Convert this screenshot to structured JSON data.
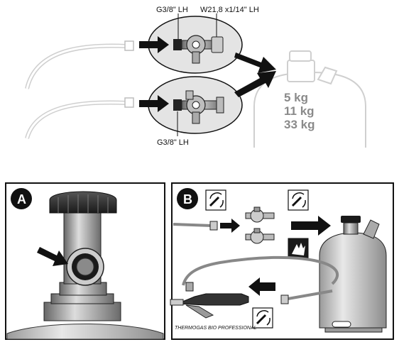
{
  "top": {
    "thread_label_top_left": "G3/8\" LH",
    "thread_label_top_right": "W21,8 x1/14\" LH",
    "thread_label_bottom": "G3/8\" LH",
    "weights": [
      "5 kg",
      "11 kg",
      "33 kg"
    ]
  },
  "panel_a": {
    "letter": "A"
  },
  "panel_b": {
    "letter": "B",
    "brand": "THERMOGAS BIO PROFESSIONAL"
  },
  "colors": {
    "ellipse_fill": "#e4e4e4",
    "panel_border": "#111111",
    "arrow": "#111111",
    "cylinder": "#cfcfcf"
  }
}
